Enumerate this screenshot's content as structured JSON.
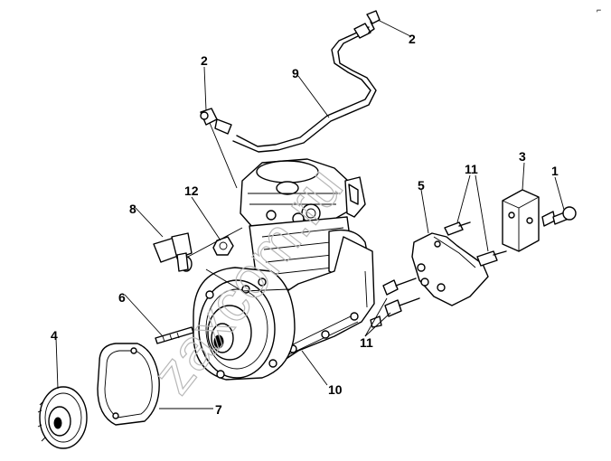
{
  "watermark": "zaxcom.ru",
  "corner_mark": "⌐",
  "labels": {
    "l1": "1",
    "l2a": "2",
    "l2b": "2",
    "l3": "3",
    "l4": "4",
    "l5": "5",
    "l6": "6",
    "l7": "7",
    "l8": "8",
    "l9": "9",
    "l10": "10",
    "l11a": "11",
    "l11b": "11",
    "l12": "12"
  }
}
